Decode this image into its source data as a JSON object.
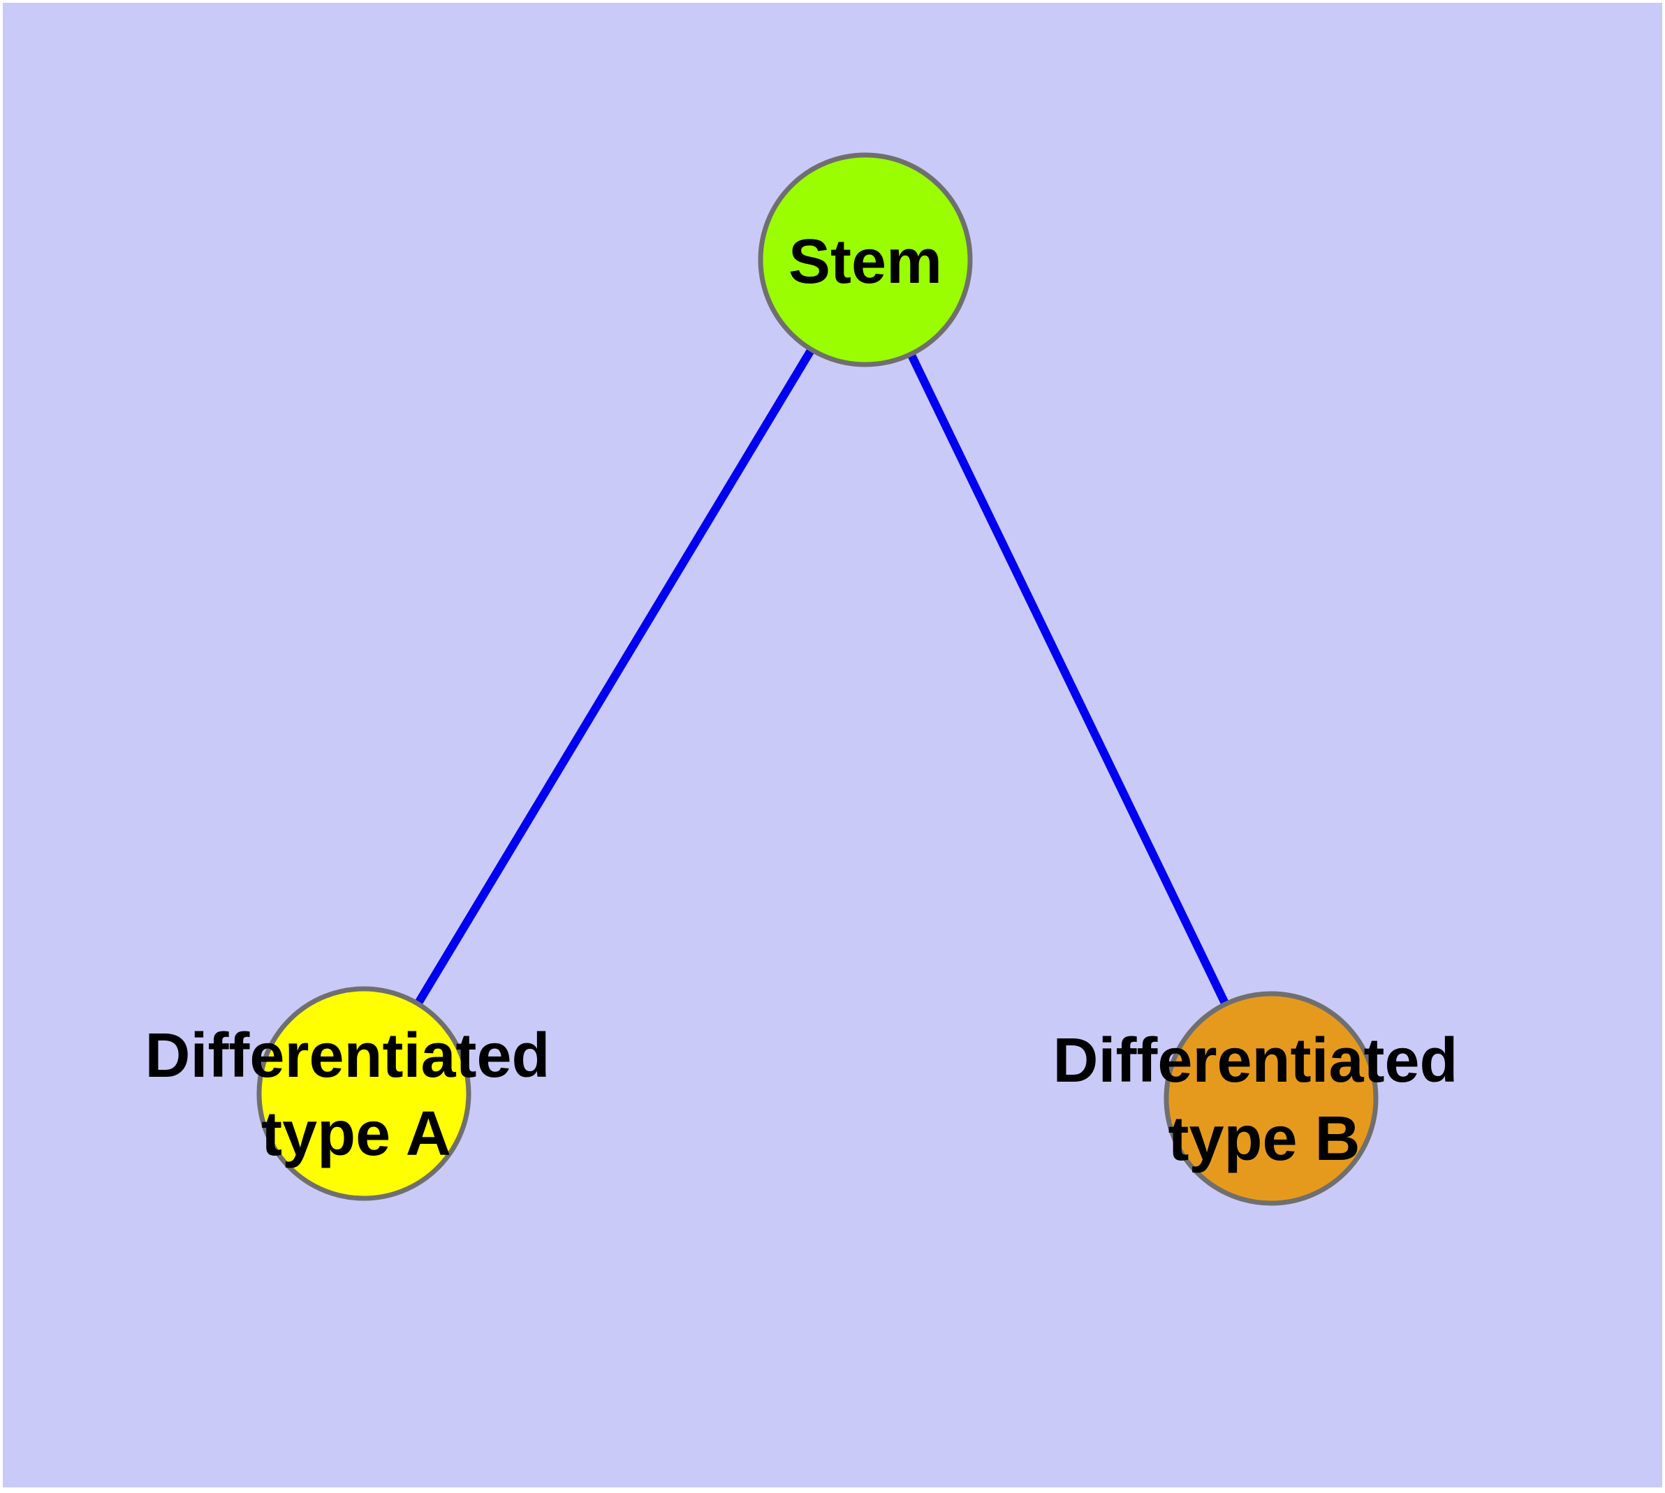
{
  "diagram": {
    "type": "node-link-graph",
    "background_color": "#cacaf8",
    "edge_color": "#0000f0",
    "node_border_color": "#6f6f6f",
    "text_color": "#000000",
    "nodes": [
      {
        "id": "stem",
        "label": "Stem",
        "line1": "Stem",
        "line2": "",
        "fill": "#9afe00"
      },
      {
        "id": "type-a",
        "label": "Differentiated type A",
        "line1": "Differentiated",
        "line2": "type A",
        "fill": "#ffff00"
      },
      {
        "id": "type-b",
        "label": "Differentiated type B",
        "line1": "Differentiated",
        "line2": "type B",
        "fill": "#e69a1d"
      }
    ],
    "edges": [
      {
        "from": "Stem",
        "to": "Differentiated type A"
      },
      {
        "from": "Stem",
        "to": "Differentiated type B"
      }
    ]
  }
}
